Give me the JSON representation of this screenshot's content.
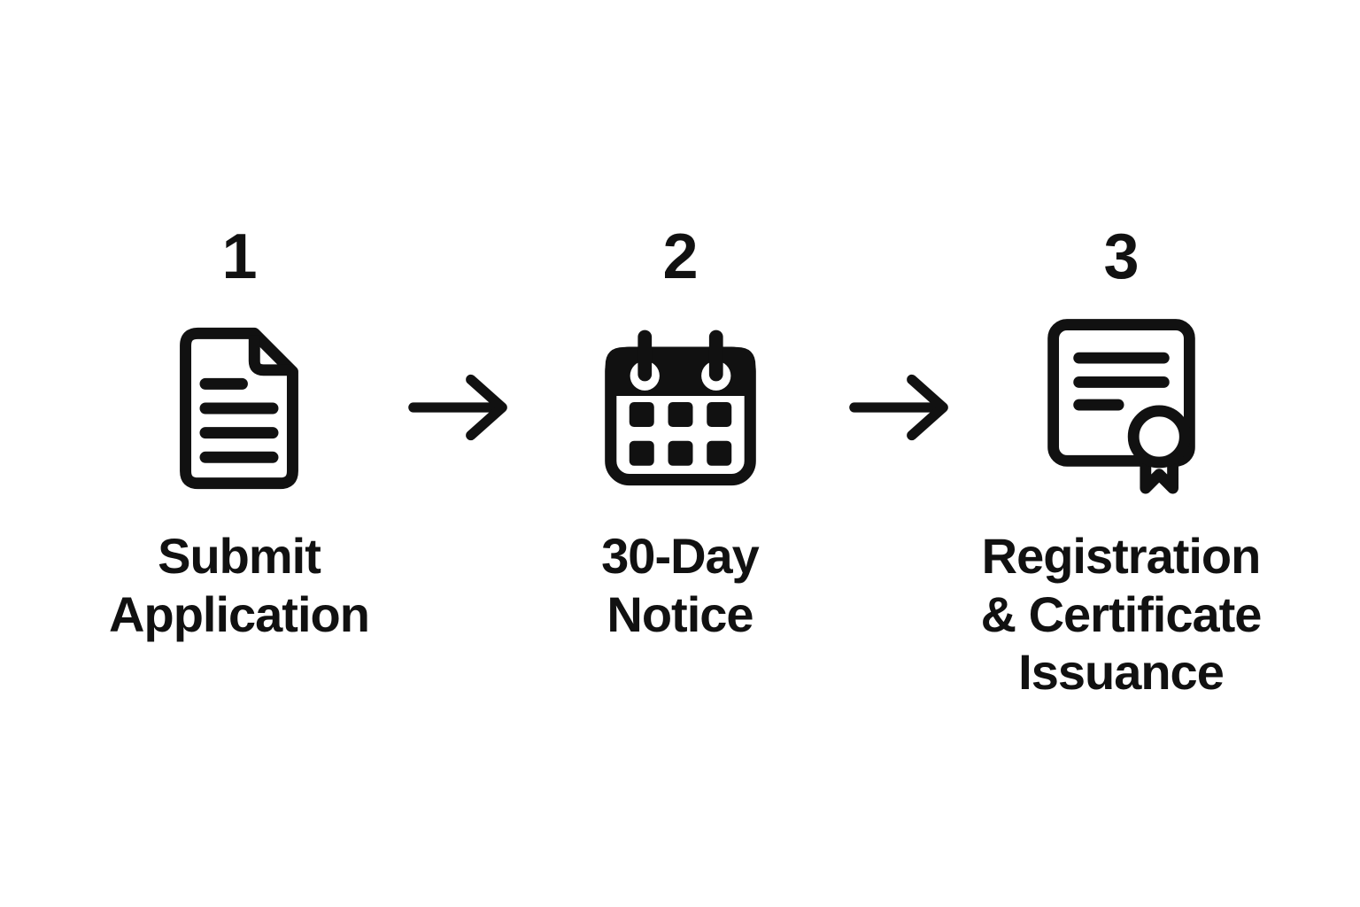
{
  "colors": {
    "ink": "#111111",
    "background": "#ffffff"
  },
  "steps": [
    {
      "number": "1",
      "icon": "document-icon",
      "label": "Submit Application",
      "label_lines": [
        "Submit",
        "Application"
      ]
    },
    {
      "number": "2",
      "icon": "calendar-icon",
      "label": "30-Day Notice",
      "label_lines": [
        "30-Day",
        "Notice"
      ]
    },
    {
      "number": "3",
      "icon": "certificate-icon",
      "label": "Registration & Certificate Issuance",
      "label_lines": [
        "Registration",
        "& Certificate",
        "Issuance"
      ]
    }
  ],
  "connectors": [
    {
      "type": "arrow-right"
    },
    {
      "type": "arrow-right"
    }
  ]
}
